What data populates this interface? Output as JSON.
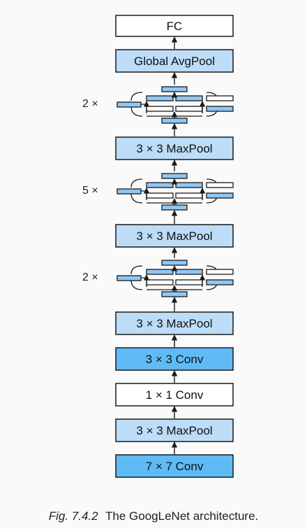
{
  "diagram": {
    "layers": [
      {
        "id": "fc",
        "label": "FC",
        "style": "white"
      },
      {
        "id": "gap",
        "label": "Global AvgPool",
        "style": "light"
      },
      {
        "id": "inc3",
        "repeat": "2 ×",
        "style": "inception"
      },
      {
        "id": "mp4",
        "label": "3 × 3 MaxPool",
        "style": "light"
      },
      {
        "id": "inc2",
        "repeat": "5 ×",
        "style": "inception"
      },
      {
        "id": "mp3",
        "label": "3 × 3 MaxPool",
        "style": "light"
      },
      {
        "id": "inc1",
        "repeat": "2 ×",
        "style": "inception"
      },
      {
        "id": "mp2",
        "label": "3 × 3 MaxPool",
        "style": "light"
      },
      {
        "id": "conv3",
        "label": "3 × 3 Conv",
        "style": "dark"
      },
      {
        "id": "conv2",
        "label": "1 × 1 Conv",
        "style": "white"
      },
      {
        "id": "mp1",
        "label": "3 × 3 MaxPool",
        "style": "light"
      },
      {
        "id": "conv1",
        "label": "7 × 7 Conv",
        "style": "dark"
      }
    ],
    "colors": {
      "light": "#bcdcf8",
      "dark": "#5fbbf5",
      "white": "#ffffff",
      "stroke": "#1a1a1a",
      "inception_block": "#8fc7f5"
    }
  },
  "caption": {
    "figure_number": "Fig. 7.4.2",
    "text": "The GoogLeNet architecture."
  }
}
